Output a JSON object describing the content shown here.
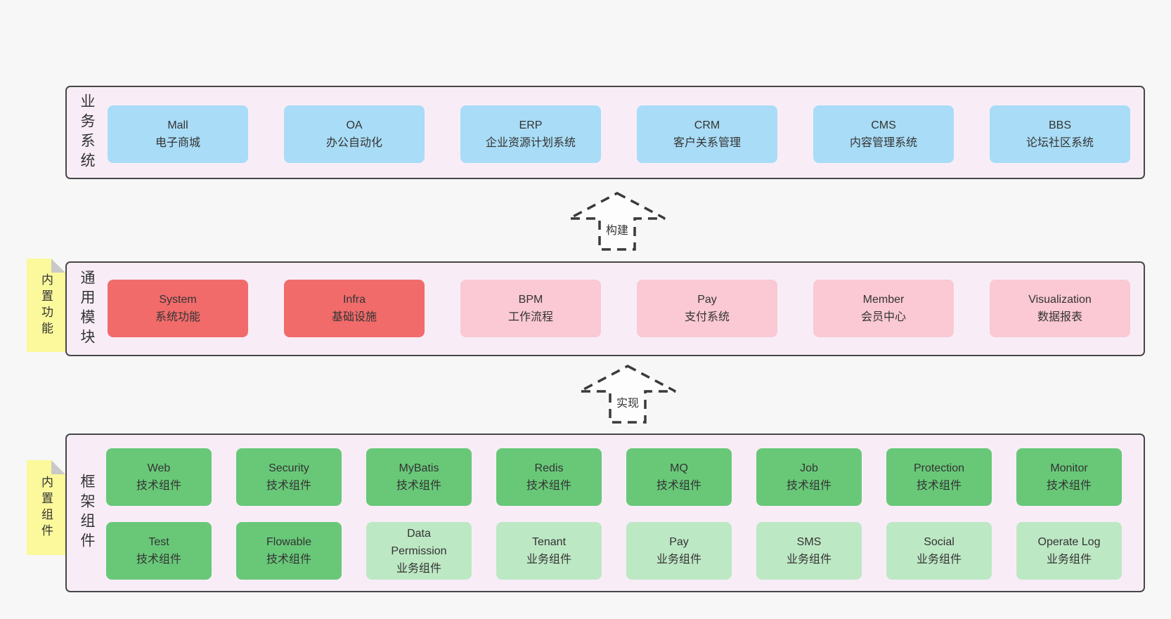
{
  "colors": {
    "page_background": "#f7f7f7",
    "container_background": "#f8edf7",
    "container_border": "#474747",
    "blue_box": "#a9dcf6",
    "red_box": "#f16b6b",
    "pink_box": "#fac9d3",
    "green_dark_box": "#68c878",
    "green_light_box": "#bde8c4",
    "sticky_yellow": "#fbf99b",
    "sticky_fold_gray": "#c9c9c9",
    "text": "#333333"
  },
  "layers": {
    "business": {
      "side_label": "业务系统",
      "items": [
        {
          "name": "Mall",
          "desc": "电子商城"
        },
        {
          "name": "OA",
          "desc": "办公自动化"
        },
        {
          "name": "ERP",
          "desc": "企业资源计划系统"
        },
        {
          "name": "CRM",
          "desc": "客户关系管理"
        },
        {
          "name": "CMS",
          "desc": "内容管理系统"
        },
        {
          "name": "BBS",
          "desc": "论坛社区系统"
        }
      ]
    },
    "modules": {
      "side_label": "通用模块",
      "sticky_label": "内置功能",
      "items": [
        {
          "name": "System",
          "desc": "系统功能"
        },
        {
          "name": "Infra",
          "desc": "基础设施"
        },
        {
          "name": "BPM",
          "desc": "工作流程"
        },
        {
          "name": "Pay",
          "desc": "支付系统"
        },
        {
          "name": "Member",
          "desc": "会员中心"
        },
        {
          "name": "Visualization",
          "desc": "数据报表"
        }
      ]
    },
    "framework": {
      "side_label": "框架组件",
      "sticky_label": "内置组件",
      "row1": [
        {
          "name": "Web",
          "desc": "技术组件"
        },
        {
          "name": "Security",
          "desc": "技术组件"
        },
        {
          "name": "MyBatis",
          "desc": "技术组件"
        },
        {
          "name": "Redis",
          "desc": "技术组件"
        },
        {
          "name": "MQ",
          "desc": "技术组件"
        },
        {
          "name": "Job",
          "desc": "技术组件"
        },
        {
          "name": "Protection",
          "desc": "技术组件"
        },
        {
          "name": "Monitor",
          "desc": "技术组件"
        }
      ],
      "row2": [
        {
          "name": "Test",
          "desc": "技术组件"
        },
        {
          "name": "Flowable",
          "desc": "技术组件"
        },
        {
          "name": "Data Permission",
          "desc": "业务组件"
        },
        {
          "name": "Tenant",
          "desc": "业务组件"
        },
        {
          "name": "Pay",
          "desc": "业务组件"
        },
        {
          "name": "SMS",
          "desc": "业务组件"
        },
        {
          "name": "Social",
          "desc": "业务组件"
        },
        {
          "name": "Operate Log",
          "desc": "业务组件"
        }
      ]
    }
  },
  "arrows": [
    {
      "label": "构建"
    },
    {
      "label": "实现"
    }
  ]
}
